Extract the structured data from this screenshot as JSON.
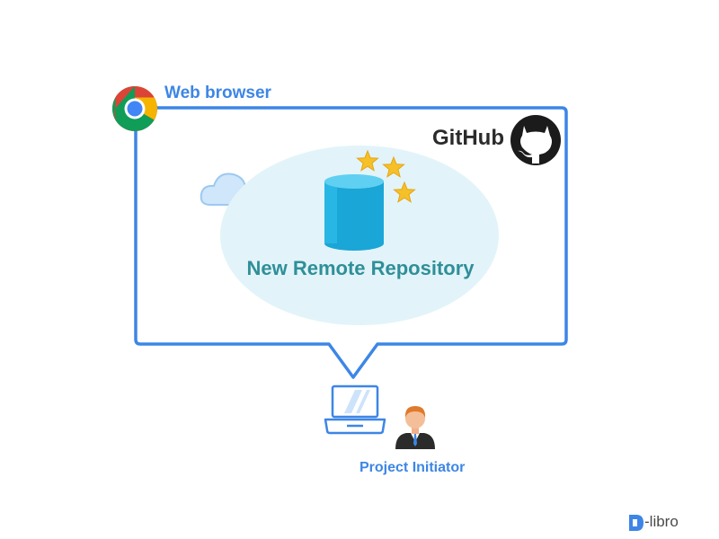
{
  "browser": {
    "label": "Web browser",
    "icon": "chrome-icon"
  },
  "github": {
    "label": "GitHub",
    "icon": "github-octocat-icon"
  },
  "repository": {
    "label": "New Remote Repository",
    "icon": "database-cylinder-icon",
    "stars": 3
  },
  "user": {
    "label": "Project Initiator",
    "device_icon": "laptop-icon",
    "avatar_icon": "businessman-icon"
  },
  "brand": {
    "text": "libro"
  },
  "colors": {
    "accent_blue": "#3d86e6",
    "repo_text": "#2f8f99",
    "ellipse_fill": "#e2f4f9",
    "cylinder": "#1aa6d6",
    "star": "#f5c028"
  }
}
